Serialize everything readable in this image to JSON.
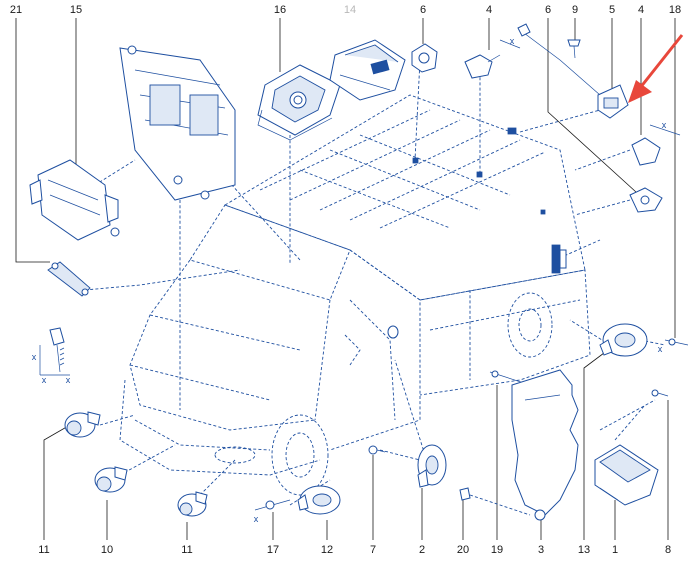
{
  "callouts": {
    "c21": "21",
    "c15": "15",
    "c16": "16",
    "c14": "14",
    "c6a": "6",
    "c4a": "4",
    "c6b": "6",
    "c9": "9",
    "c5": "5",
    "c4b": "4",
    "c18": "18",
    "c11a": "11",
    "c10": "10",
    "c11b": "11",
    "c17": "17",
    "c12": "12",
    "c7": "7",
    "c2": "2",
    "c20": "20",
    "c19": "19",
    "c3": "3",
    "c13": "13",
    "c1": "1",
    "c8": "8"
  },
  "dimension_marks": {
    "x_top": "x",
    "x_right": "x",
    "x_bolt_a": "x",
    "x_bolt_b": "x",
    "x_bolt_c": "x",
    "x_bottom": "x",
    "x_right_bolt": "x"
  },
  "colors": {
    "line": "#1e4fa0",
    "callout_text": "#1a1a1a",
    "callout_grey": "#b8b8b8",
    "arrow": "#e8473b"
  }
}
